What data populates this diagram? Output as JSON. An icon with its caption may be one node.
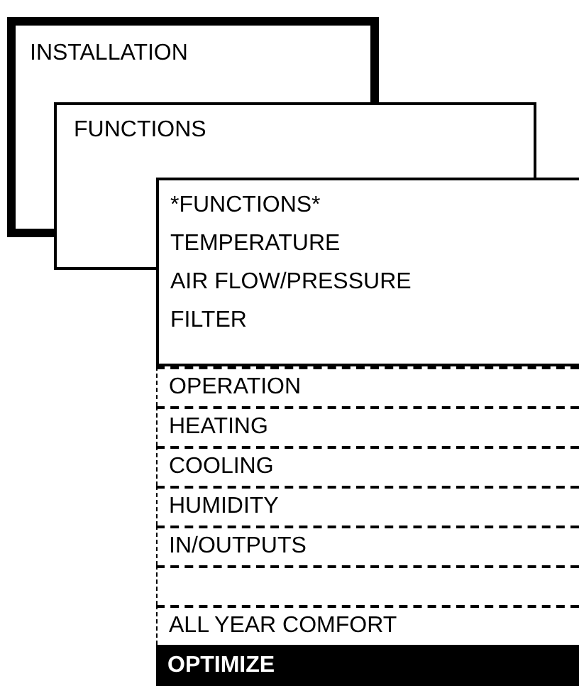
{
  "diagram": {
    "nodes": [
      {
        "text": [
          "INSTALLATION"
        ]
      },
      {
        "text": [
          "FUNCTIONS"
        ]
      },
      {
        "text": [
          "*FUNCTIONS*",
          "TEMPERATURE",
          "AIR FLOW/PRESSURE",
          "FILTER"
        ]
      },
      {
        "text": [
          "OPERATION"
        ]
      },
      {
        "text": [
          "HEATING"
        ]
      },
      {
        "text": [
          "COOLING"
        ]
      },
      {
        "text": [
          "HUMIDITY"
        ]
      },
      {
        "text": [
          "IN/OUTPUTS"
        ]
      },
      {
        "text": [],
        "shape": "box"
      },
      {
        "text": [
          "ALL YEAR COMFORT"
        ]
      },
      {
        "text": [
          "OPTIMIZE"
        ]
      }
    ]
  }
}
